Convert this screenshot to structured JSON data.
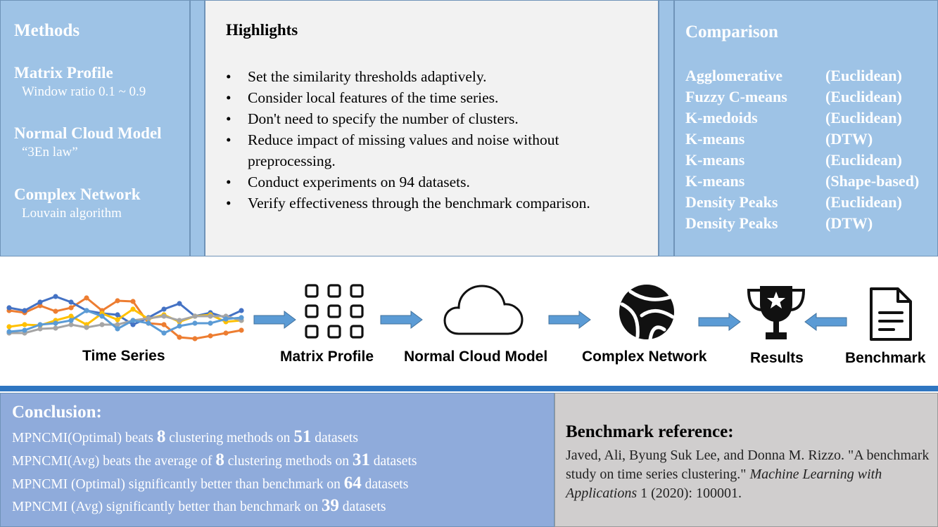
{
  "methods": {
    "title": "Methods",
    "items": [
      {
        "name": "Matrix Profile",
        "note": "Window ratio 0.1 ~ 0.9"
      },
      {
        "name": "Normal Cloud Model",
        "note": "“3En law”"
      },
      {
        "name": "Complex Network",
        "note": "Louvain algorithm"
      }
    ]
  },
  "highlights": {
    "title": "Highlights",
    "items": [
      "Set the similarity thresholds adaptively.",
      "Consider local features of the time series.",
      "Don't need to specify the number of clusters.",
      "Reduce impact of missing values and noise without preprocessing.",
      "Conduct experiments on 94 datasets.",
      "Verify effectiveness through the benchmark comparison."
    ]
  },
  "comparison": {
    "title": "Comparison",
    "rows": [
      {
        "method": "Agglomerative",
        "metric": "(Euclidean)"
      },
      {
        "method": "Fuzzy C-means",
        "metric": "(Euclidean)"
      },
      {
        "method": "K-medoids",
        "metric": "(Euclidean)"
      },
      {
        "method": "K-means",
        "metric": "(DTW)"
      },
      {
        "method": "K-means",
        "metric": "(Euclidean)"
      },
      {
        "method": "K-means",
        "metric": "(Shape-based)"
      },
      {
        "method": "Density Peaks",
        "metric": "(Euclidean)"
      },
      {
        "method": "Density Peaks",
        "metric": "(DTW)"
      }
    ]
  },
  "flow": {
    "time_series": "Time Series",
    "matrix_profile": "Matrix Profile",
    "normal_cloud_model": "Normal Cloud Model",
    "complex_network": "Complex Network",
    "results": "Results",
    "benchmark": "Benchmark"
  },
  "time_series_icon": {
    "colors": [
      "#ed7d31",
      "#4472c4",
      "#ffc000",
      "#a5a5a5",
      "#5b9bd5"
    ],
    "series": [
      [
        52,
        55,
        45,
        53,
        48,
        34,
        52,
        38,
        39,
        70,
        72,
        90,
        92,
        88,
        84,
        80
      ],
      [
        48,
        52,
        40,
        32,
        40,
        52,
        56,
        58,
        72,
        62,
        50,
        42,
        60,
        55,
        62,
        52
      ],
      [
        75,
        72,
        73,
        66,
        60,
        72,
        56,
        65,
        50,
        64,
        58,
        68,
        60,
        58,
        68,
        66
      ],
      [
        84,
        84,
        78,
        77,
        72,
        76,
        72,
        72,
        66,
        63,
        60,
        66,
        60,
        60,
        60,
        66
      ],
      [
        82,
        80,
        72,
        70,
        66,
        52,
        60,
        78,
        66,
        70,
        84,
        74,
        70,
        70,
        64,
        62
      ]
    ]
  },
  "arrow_color": "#5b9bd5",
  "conclusion": {
    "title": "Conclusion:",
    "lines": [
      {
        "a": "MPNCMI(Optimal) beats ",
        "b": "8",
        "c": " clustering methods on ",
        "d": "51",
        "e": " datasets"
      },
      {
        "a": "MPNCMI(Avg) beats the average of ",
        "b": "8",
        "c": " clustering methods on ",
        "d": "31",
        "e": " datasets"
      },
      {
        "a": "MPNCMI (Optimal) significantly better than benchmark on ",
        "b": "64",
        "c": " datasets",
        "d": "",
        "e": ""
      },
      {
        "a": "MPNCMI (Avg) significantly better than benchmark on ",
        "b": "39",
        "c": " datasets",
        "d": "",
        "e": ""
      }
    ]
  },
  "benchmark_ref": {
    "title": "Benchmark reference:",
    "text_a": "Javed, Ali, Byung Suk Lee, and Donna M. Rizzo. \"A benchmark study on time series clustering.\" ",
    "journal": "Machine Learning with Applications",
    "text_b": " 1 (2020): 100001."
  }
}
